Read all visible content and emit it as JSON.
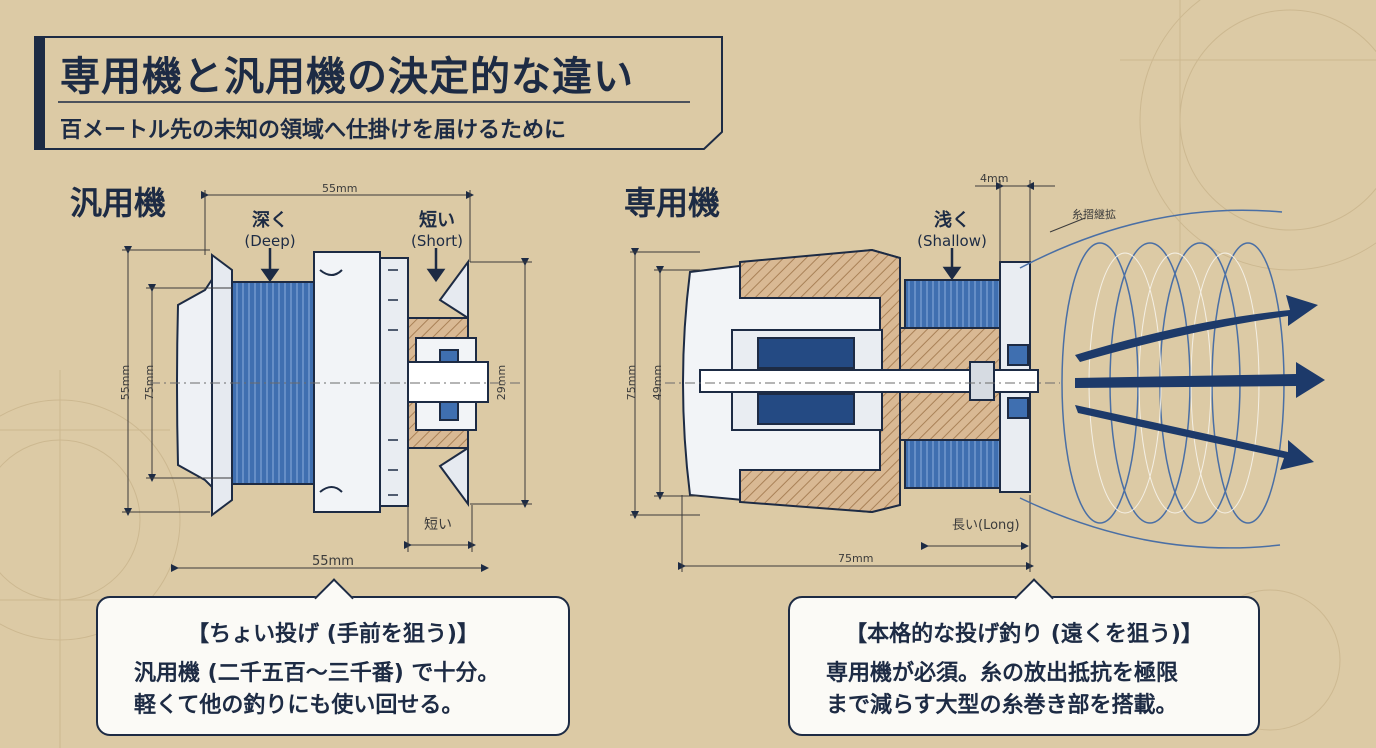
{
  "title": "専用機と汎用機の決定的な違い",
  "subtitle": "百メートル先の未知の領域へ仕掛けを届けるために",
  "left": {
    "heading": "汎用機",
    "deep_label": "深く",
    "deep_sub": "(Deep)",
    "short_label": "短い",
    "short_sub": "(Short)",
    "short_small": "短い",
    "dims": {
      "top": "55mm",
      "bottom": "55mm",
      "outer_h": "55mm",
      "inner_h": "75mm",
      "right_h": "29mm"
    }
  },
  "right": {
    "heading": "専用機",
    "shallow_label": "浅く",
    "shallow_sub": "(Shallow)",
    "long_label": "長い(Long)",
    "line_label": "糸摺継拡",
    "dims": {
      "top": "4mm",
      "bottom": "75mm",
      "outer_h": "75mm",
      "inner_h": "49mm"
    }
  },
  "callouts": [
    {
      "title": "【ちょい投げ (手前を狙う)】",
      "lines": [
        "汎用機 (二千五百〜三千番) で十分。",
        "軽くて他の釣りにも使い回せる。"
      ]
    },
    {
      "title": "【本格的な投げ釣り (遠くを狙う)】",
      "lines": [
        "専用機が必須。糸の放出抵抗を極限",
        "まで減らす大型の糸巻き部を搭載。"
      ]
    }
  ],
  "colors": {
    "background": "#dccaa5",
    "navy": "#1d2b44",
    "spool_blue": "#3f6fb0",
    "hatch": "#c9a57a"
  }
}
